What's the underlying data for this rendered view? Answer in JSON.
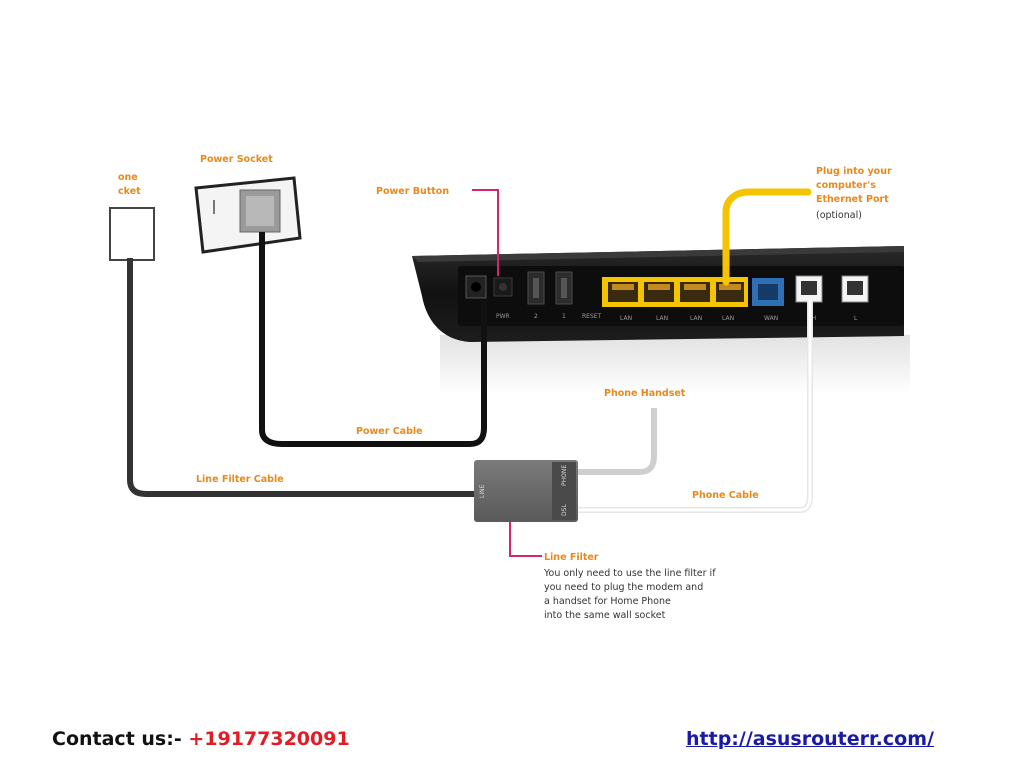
{
  "labels": {
    "power_socket": "Power Socket",
    "phone_socket_1": "one",
    "phone_socket_2": "cket",
    "power_button": "Power Button",
    "ethernet_1": "Plug into your",
    "ethernet_2": "computer's",
    "ethernet_3": "Ethernet Port",
    "ethernet_4": "(optional)",
    "phone_handset": "Phone Handset",
    "power_cable": "Power Cable",
    "line_filter_cable": "Line Filter Cable",
    "phone_cable": "Phone Cable",
    "line_filter": "Line Filter",
    "line_filter_note_1": "You only need to use the line filter if",
    "line_filter_note_2": "you need to plug the modem and",
    "line_filter_note_3": "a handset for Home Phone",
    "line_filter_note_4": "into the same wall socket"
  },
  "footer": {
    "contact_label": "Contact us:-",
    "phone": "+19177320091",
    "url": "http://asusrouterr.com/"
  },
  "colors": {
    "label_orange": "#e8891c",
    "ethernet_yellow": "#f4c400",
    "pointer_pink": "#d6246e",
    "phone_red": "#e31b23",
    "link_blue": "#1a1aa8"
  }
}
